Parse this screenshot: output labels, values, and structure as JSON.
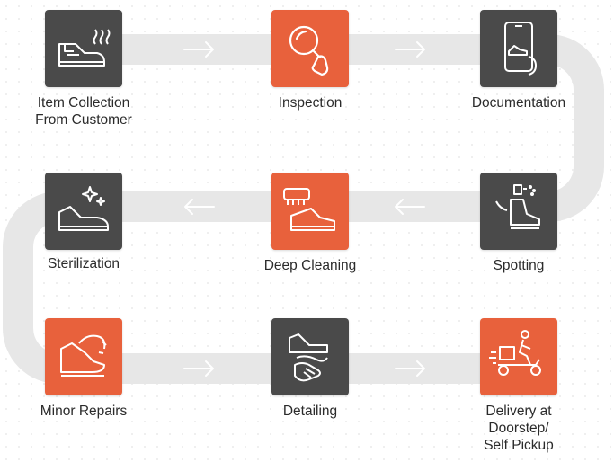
{
  "colors": {
    "track": "#e7e7e7",
    "arrow": "#ffffff",
    "dark_tile": "#4a4a4a",
    "accent_tile": "#e8613c"
  },
  "steps": [
    {
      "label": "Item Collection\nFrom Customer",
      "icon": "shoe-collection-icon",
      "tile": "dark"
    },
    {
      "label": "Inspection",
      "icon": "magnifier-hand-icon",
      "tile": "orange"
    },
    {
      "label": "Documentation",
      "icon": "phone-shoe-icon",
      "tile": "dark"
    },
    {
      "label": "Spotting",
      "icon": "spray-boot-icon",
      "tile": "dark"
    },
    {
      "label": "Deep Cleaning",
      "icon": "brush-shoe-icon",
      "tile": "orange"
    },
    {
      "label": "Sterilization",
      "icon": "sparkle-shoe-icon",
      "tile": "dark"
    },
    {
      "label": "Minor Repairs",
      "icon": "heel-repair-icon",
      "tile": "orange"
    },
    {
      "label": "Detailing",
      "icon": "cloth-wipe-icon",
      "tile": "dark"
    },
    {
      "label": "Delivery at\nDoorstep/\nSelf Pickup",
      "icon": "scooter-delivery-icon",
      "tile": "orange"
    }
  ]
}
